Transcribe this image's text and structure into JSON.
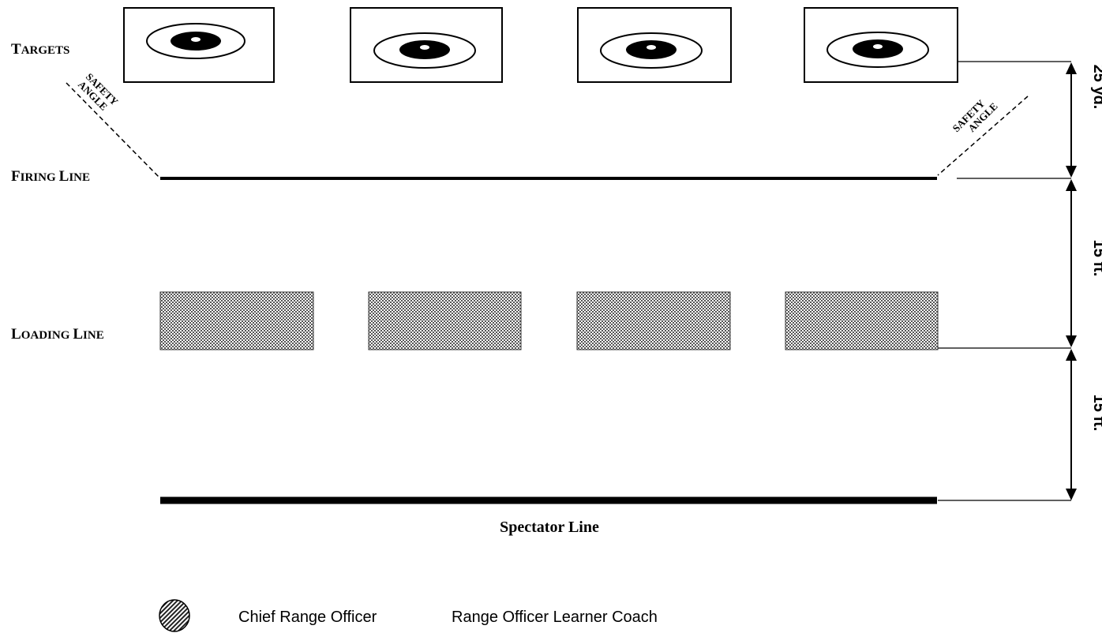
{
  "labels": {
    "targets": {
      "first": "T",
      "rest": "ARGETS"
    },
    "firing_line": {
      "w1_first": "F",
      "w1_rest": "IRING",
      "w2_first": "L",
      "w2_rest": "INE"
    },
    "loading_line": {
      "w1_first": "L",
      "w1_rest": "OADING",
      "w2_first": "L",
      "w2_rest": "INE"
    },
    "spectator_line": "Spectator Line"
  },
  "safety_angle": {
    "line1": "SAFETY",
    "line2": "ANGLE"
  },
  "dimensions": {
    "targets_to_firing": "25 yd.",
    "firing_to_loading": "15 ft.",
    "loading_to_spectator": "15 ft."
  },
  "legend": {
    "chief_range_officer": "Chief Range Officer",
    "range_officer_learner_coach": "Range Officer Learner Coach"
  },
  "target_count": 4,
  "loading_station_count": 4
}
